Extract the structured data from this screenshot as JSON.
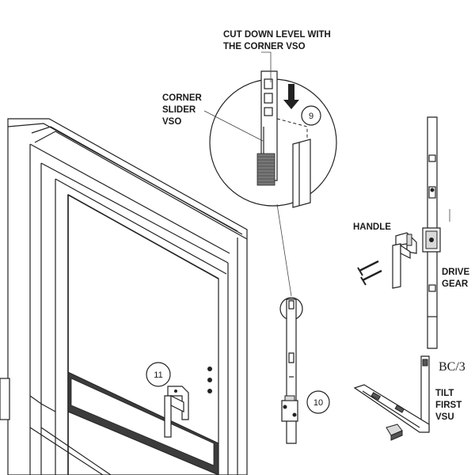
{
  "labels": {
    "cut_down_line1": "CUT DOWN LEVEL WITH",
    "cut_down_line2": "THE CORNER VSO",
    "corner_line1": "CORNER",
    "corner_line2": "SLIDER",
    "corner_line3": "VSO",
    "handle": "HANDLE",
    "drive_line1": "DRIVE",
    "drive_line2": "GEAR",
    "tilt_line1": "TILT",
    "tilt_line2": "FIRST",
    "tilt_line3": "VSU",
    "ref_code": "BC/3"
  },
  "steps": {
    "step9": "9",
    "step10": "10",
    "step11": "11"
  }
}
